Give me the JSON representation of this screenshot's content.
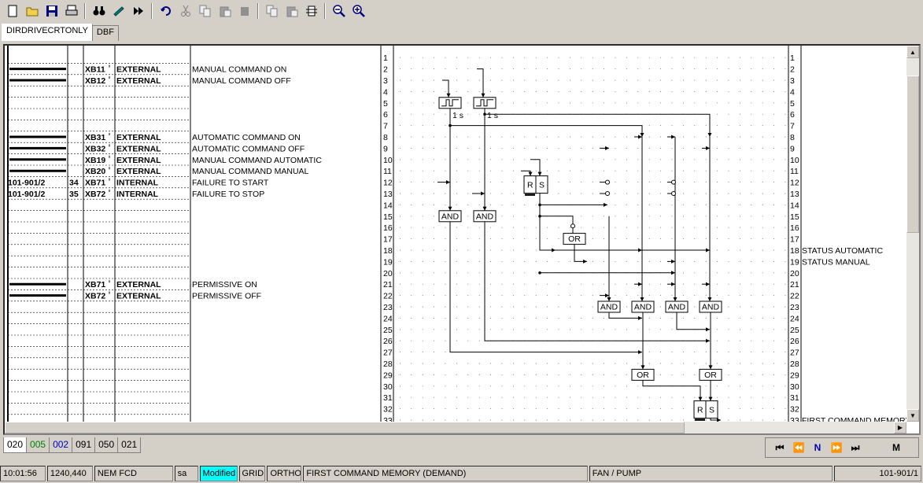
{
  "toolbar": {
    "groups": [
      [
        "new-icon",
        "open-folder-icon",
        "save-icon",
        "print-icon"
      ],
      [
        "binoculars-icon",
        "refresh-icon",
        "fast-forward-icon"
      ],
      [
        "undo-icon",
        "cut-icon",
        "copy-icon",
        "paste-icon",
        "delete-icon"
      ],
      [
        "copy-page-icon",
        "paste-page-icon",
        "align-icon"
      ],
      [
        "zoom-out-icon",
        "zoom-in-icon"
      ]
    ]
  },
  "doc_tabs": [
    {
      "label": "DIRDRIVECRTONLY",
      "active": true
    },
    {
      "label": "DBF",
      "active": false
    }
  ],
  "io_table": [
    {
      "row": 2,
      "ref": "",
      "num": "",
      "tag": "XB11",
      "type": "EXTERNAL",
      "desc": "MANUAL COMMAND ON",
      "wire": true
    },
    {
      "row": 3,
      "ref": "",
      "num": "",
      "tag": "XB12",
      "type": "EXTERNAL",
      "desc": "MANUAL COMMAND OFF",
      "wire": true
    },
    {
      "row": 8,
      "ref": "",
      "num": "",
      "tag": "XB31",
      "type": "EXTERNAL",
      "desc": "AUTOMATIC COMMAND ON",
      "wire": true
    },
    {
      "row": 9,
      "ref": "",
      "num": "",
      "tag": "XB32",
      "type": "EXTERNAL",
      "desc": "AUTOMATIC COMMAND OFF",
      "wire": true
    },
    {
      "row": 10,
      "ref": "",
      "num": "",
      "tag": "XB19",
      "type": "EXTERNAL",
      "desc": "MANUAL COMMAND AUTOMATIC",
      "wire": true
    },
    {
      "row": 11,
      "ref": "",
      "num": "",
      "tag": "XB20",
      "type": "EXTERNAL",
      "desc": "MANUAL COMMAND MANUAL",
      "wire": true
    },
    {
      "row": 12,
      "ref": "101-901/2",
      "num": "34",
      "tag": "XB71",
      "type": "INTERNAL",
      "desc": "FAILURE TO START",
      "wire": false
    },
    {
      "row": 13,
      "ref": "101-901/2",
      "num": "35",
      "tag": "XB72",
      "type": "INTERNAL",
      "desc": "FAILURE TO STOP",
      "wire": false
    },
    {
      "row": 21,
      "ref": "",
      "num": "",
      "tag": "XB71",
      "type": "EXTERNAL",
      "desc": "PERMISSIVE ON",
      "wire": true
    },
    {
      "row": 22,
      "ref": "",
      "num": "",
      "tag": "XB72",
      "type": "EXTERNAL",
      "desc": "PERMISSIVE OFF",
      "wire": true
    }
  ],
  "row_numbers": [
    "1",
    "2",
    "3",
    "4",
    "5",
    "6",
    "7",
    "8",
    "9",
    "10",
    "11",
    "12",
    "13",
    "14",
    "15",
    "16",
    "17",
    "18",
    "19",
    "20",
    "21",
    "22",
    "23",
    "24",
    "25",
    "26",
    "27",
    "28",
    "29",
    "30",
    "31",
    "32",
    "33"
  ],
  "outputs": [
    {
      "row": 18,
      "label": "STATUS AUTOMATIC"
    },
    {
      "row": 19,
      "label": "STATUS MANUAL"
    },
    {
      "row": 33,
      "label": "FIRST COMMAND MEMORY"
    }
  ],
  "blocks": {
    "timer_label": "1 s",
    "and_label": "AND",
    "or_label": "OR",
    "r_label": "R",
    "s_label": "S"
  },
  "page_tabs": [
    {
      "label": "020",
      "color": "#000000",
      "active": true
    },
    {
      "label": "005",
      "color": "#008000",
      "active": false
    },
    {
      "label": "002",
      "color": "#0000c0",
      "active": false
    },
    {
      "label": "091",
      "color": "#000000",
      "active": false
    },
    {
      "label": "050",
      "color": "#000000",
      "active": false
    },
    {
      "label": "021",
      "color": "#000000",
      "active": false
    }
  ],
  "nav": {
    "current_label": "N",
    "marker_label": "M"
  },
  "status": {
    "time": "10:01:56",
    "coords": "1240,440",
    "mode": "NEM FCD",
    "user": "sa",
    "modified": "Modified",
    "grid": "GRID",
    "ortho": "ORTHO",
    "sheet_title": "FIRST COMMAND MEMORY (DEMAND)",
    "equipment": "FAN / PUMP",
    "page_ref": "101-901/1"
  }
}
